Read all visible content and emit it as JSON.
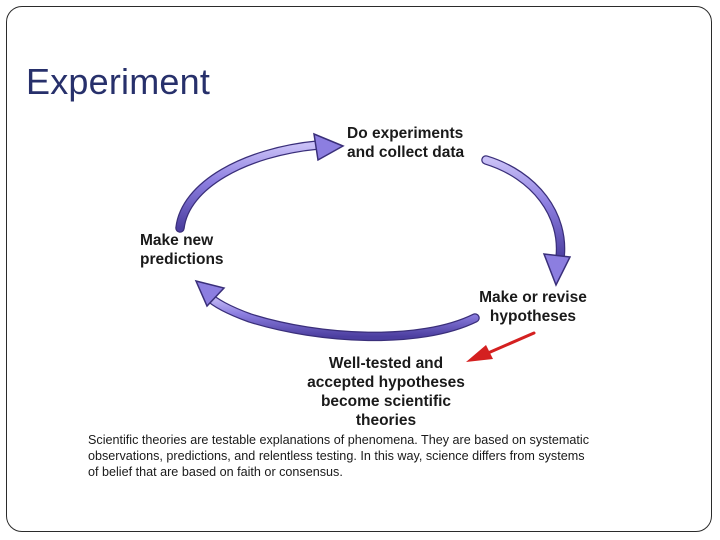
{
  "slide": {
    "title": "Experiment"
  },
  "diagram": {
    "nodes": [
      {
        "id": "experiments",
        "lines": [
          "Do experiments",
          "and collect data"
        ]
      },
      {
        "id": "hypotheses",
        "lines": [
          "Make or revise",
          "hypotheses"
        ]
      },
      {
        "id": "predictions",
        "lines": [
          "Make new",
          "predictions"
        ]
      },
      {
        "id": "theories",
        "lines": [
          "Well-tested and",
          "accepted hypotheses",
          "become scientific",
          "theories"
        ]
      }
    ],
    "cycle_color": "#8c7ee0",
    "exit_arrow_color": "#d42020",
    "caption_lines": [
      "Scientific theories are testable explanations of phenomena. They are based on systematic",
      "observations, predictions, and relentless testing. In this way, science differs from systems",
      "of belief that are based on faith or consensus."
    ]
  }
}
